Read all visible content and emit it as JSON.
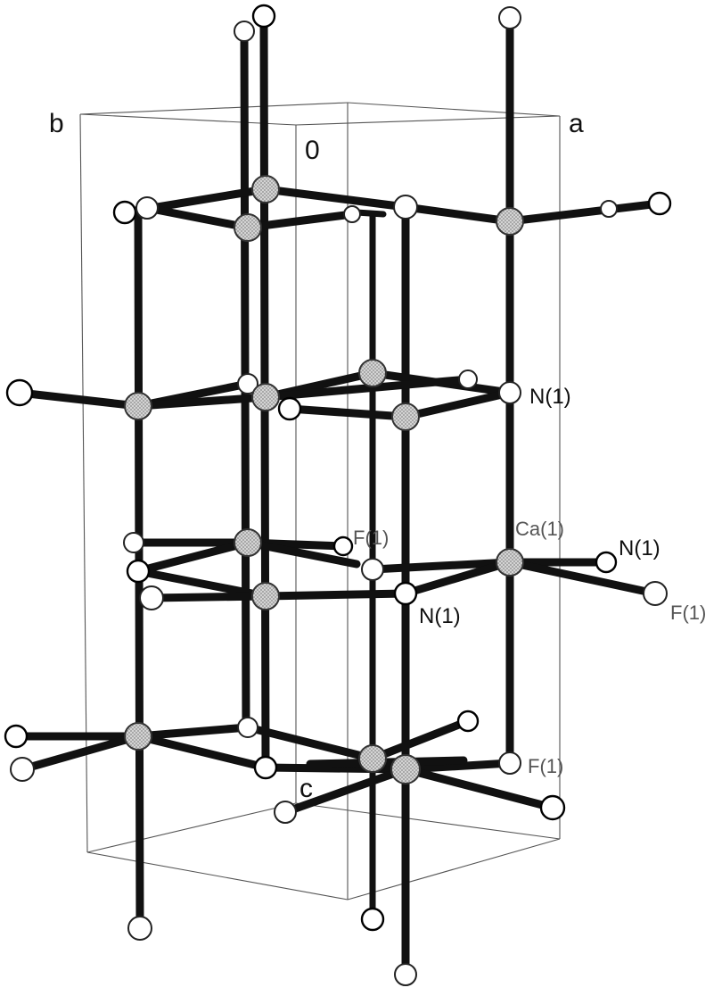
{
  "figure": {
    "axes": {
      "a": "a",
      "b": "b",
      "c": "c",
      "origin": "0"
    },
    "atom_labels": {
      "n_upper": "N(1)",
      "ca": "Ca(1)",
      "n_right": "N(1)",
      "f_right": "F(1)",
      "f_mid": "F(1)",
      "n_mid": "N(1)",
      "f_lower": "F(1)"
    },
    "colors": {
      "bond": "#111111",
      "cell_edge": "#555555",
      "ca_fill": "#bdbdbd"
    }
  }
}
